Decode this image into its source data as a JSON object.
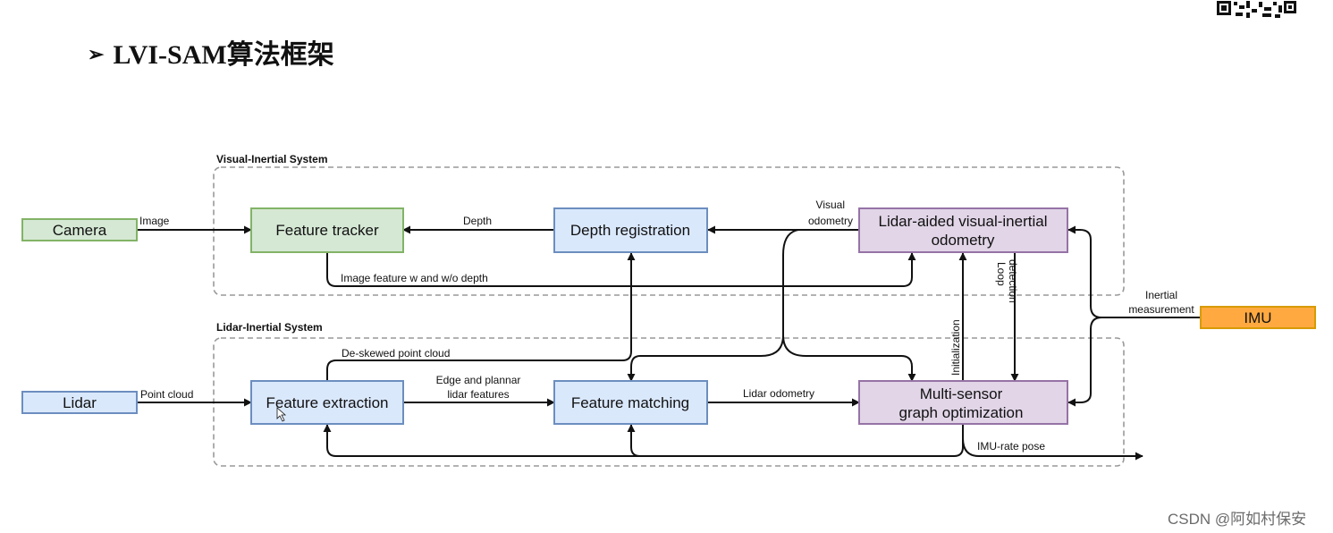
{
  "title": {
    "bullet": "➢",
    "text": "LVI-SAM算法框架"
  },
  "watermark": "CSDN @阿如村保安",
  "groups": {
    "visual_inertial": "Visual-Inertial System",
    "lidar_inertial": "Lidar-Inertial System"
  },
  "nodes": {
    "camera": "Camera",
    "lidar": "Lidar",
    "imu": "IMU",
    "feature_tracker": "Feature tracker",
    "depth_registration": "Depth registration",
    "vio_line1": "Lidar-aided visual-inertial",
    "vio_line2": "odometry",
    "feature_extraction": "Feature extraction",
    "feature_matching": "Feature matching",
    "mso_line1": "Multi-sensor",
    "mso_line2": "graph optimization"
  },
  "edges": {
    "image": "Image",
    "depth": "Depth",
    "visual_odometry_1": "Visual",
    "visual_odometry_2": "odometry",
    "image_feature": "Image feature w and w/o depth",
    "loop_detection_1": "Loop",
    "loop_detection_2": "detection",
    "initialization": "Initialization",
    "inertial_1": "Inertial",
    "inertial_2": "measurement",
    "point_cloud": "Point cloud",
    "deskewed": "De-skewed point cloud",
    "edge_features_1": "Edge and plannar",
    "edge_features_2": "lidar features",
    "lidar_odometry": "Lidar odometry",
    "imu_rate_pose": "IMU-rate pose"
  },
  "colors": {
    "green_fill": "#d5e8d4",
    "green_stroke": "#82b366",
    "blue_fill": "#dae8fc",
    "blue_stroke": "#6c8ebf",
    "purple_fill": "#e1d5e7",
    "purple_stroke": "#9673a6",
    "orange_fill": "#ffa940",
    "orange_stroke": "#d79b00",
    "dashed": "#999999"
  }
}
